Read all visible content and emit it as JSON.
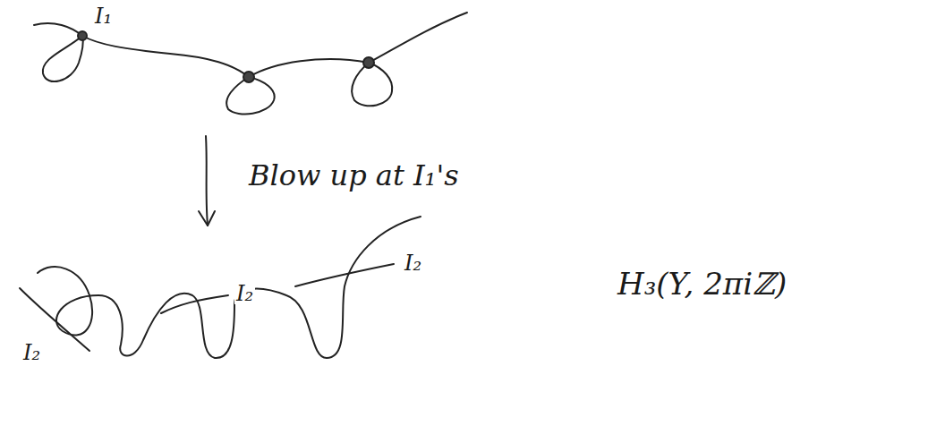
{
  "diagram": {
    "labels": [
      "I₁",
      "Blow up at I₁'s",
      "I₂",
      "I₂",
      "I₂",
      "H₃(Y, 2πiℤ)"
    ]
  }
}
